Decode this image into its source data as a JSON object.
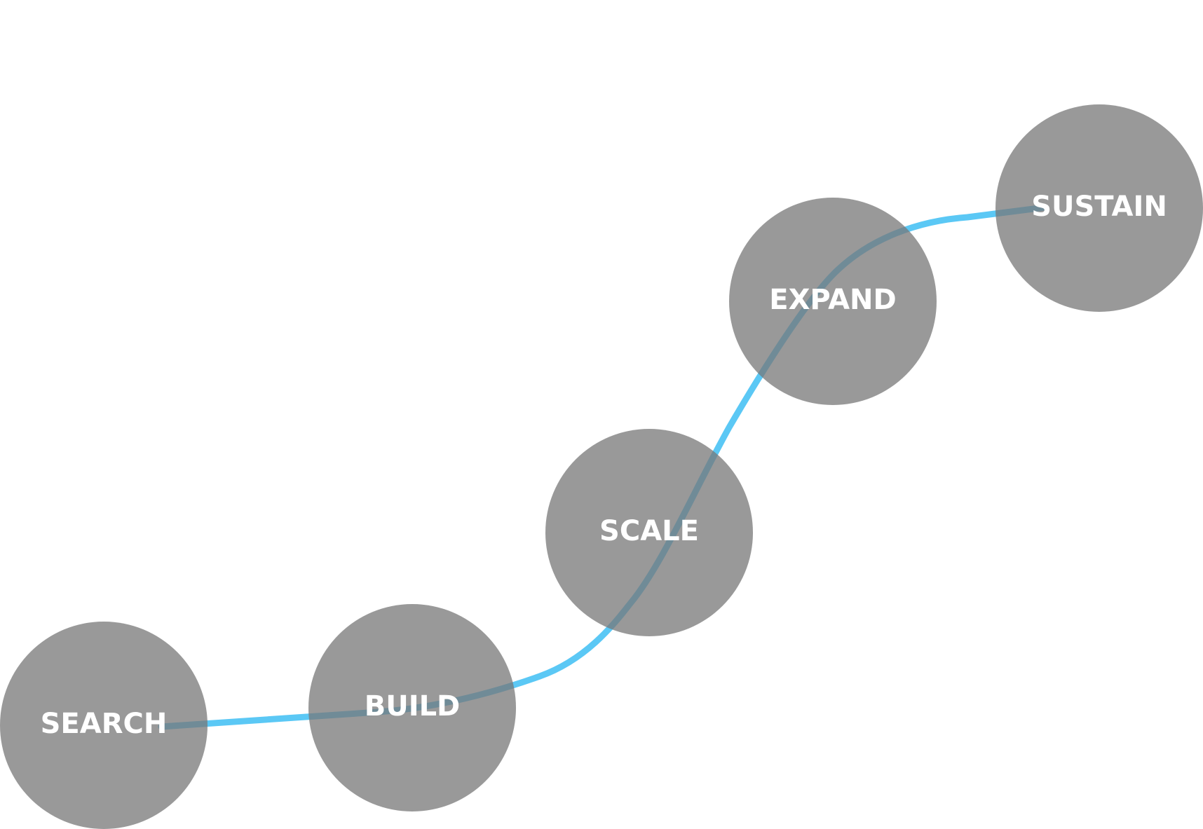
{
  "colors": {
    "circle_fill": "#999999",
    "path_stroke": "#5bc8f5",
    "label_text": "#ffffff",
    "background": "#ffffff"
  },
  "stages": [
    {
      "label": "SEARCH"
    },
    {
      "label": "BUILD"
    },
    {
      "label": "SCALE"
    },
    {
      "label": "EXPAND"
    },
    {
      "label": "SUSTAIN"
    }
  ]
}
